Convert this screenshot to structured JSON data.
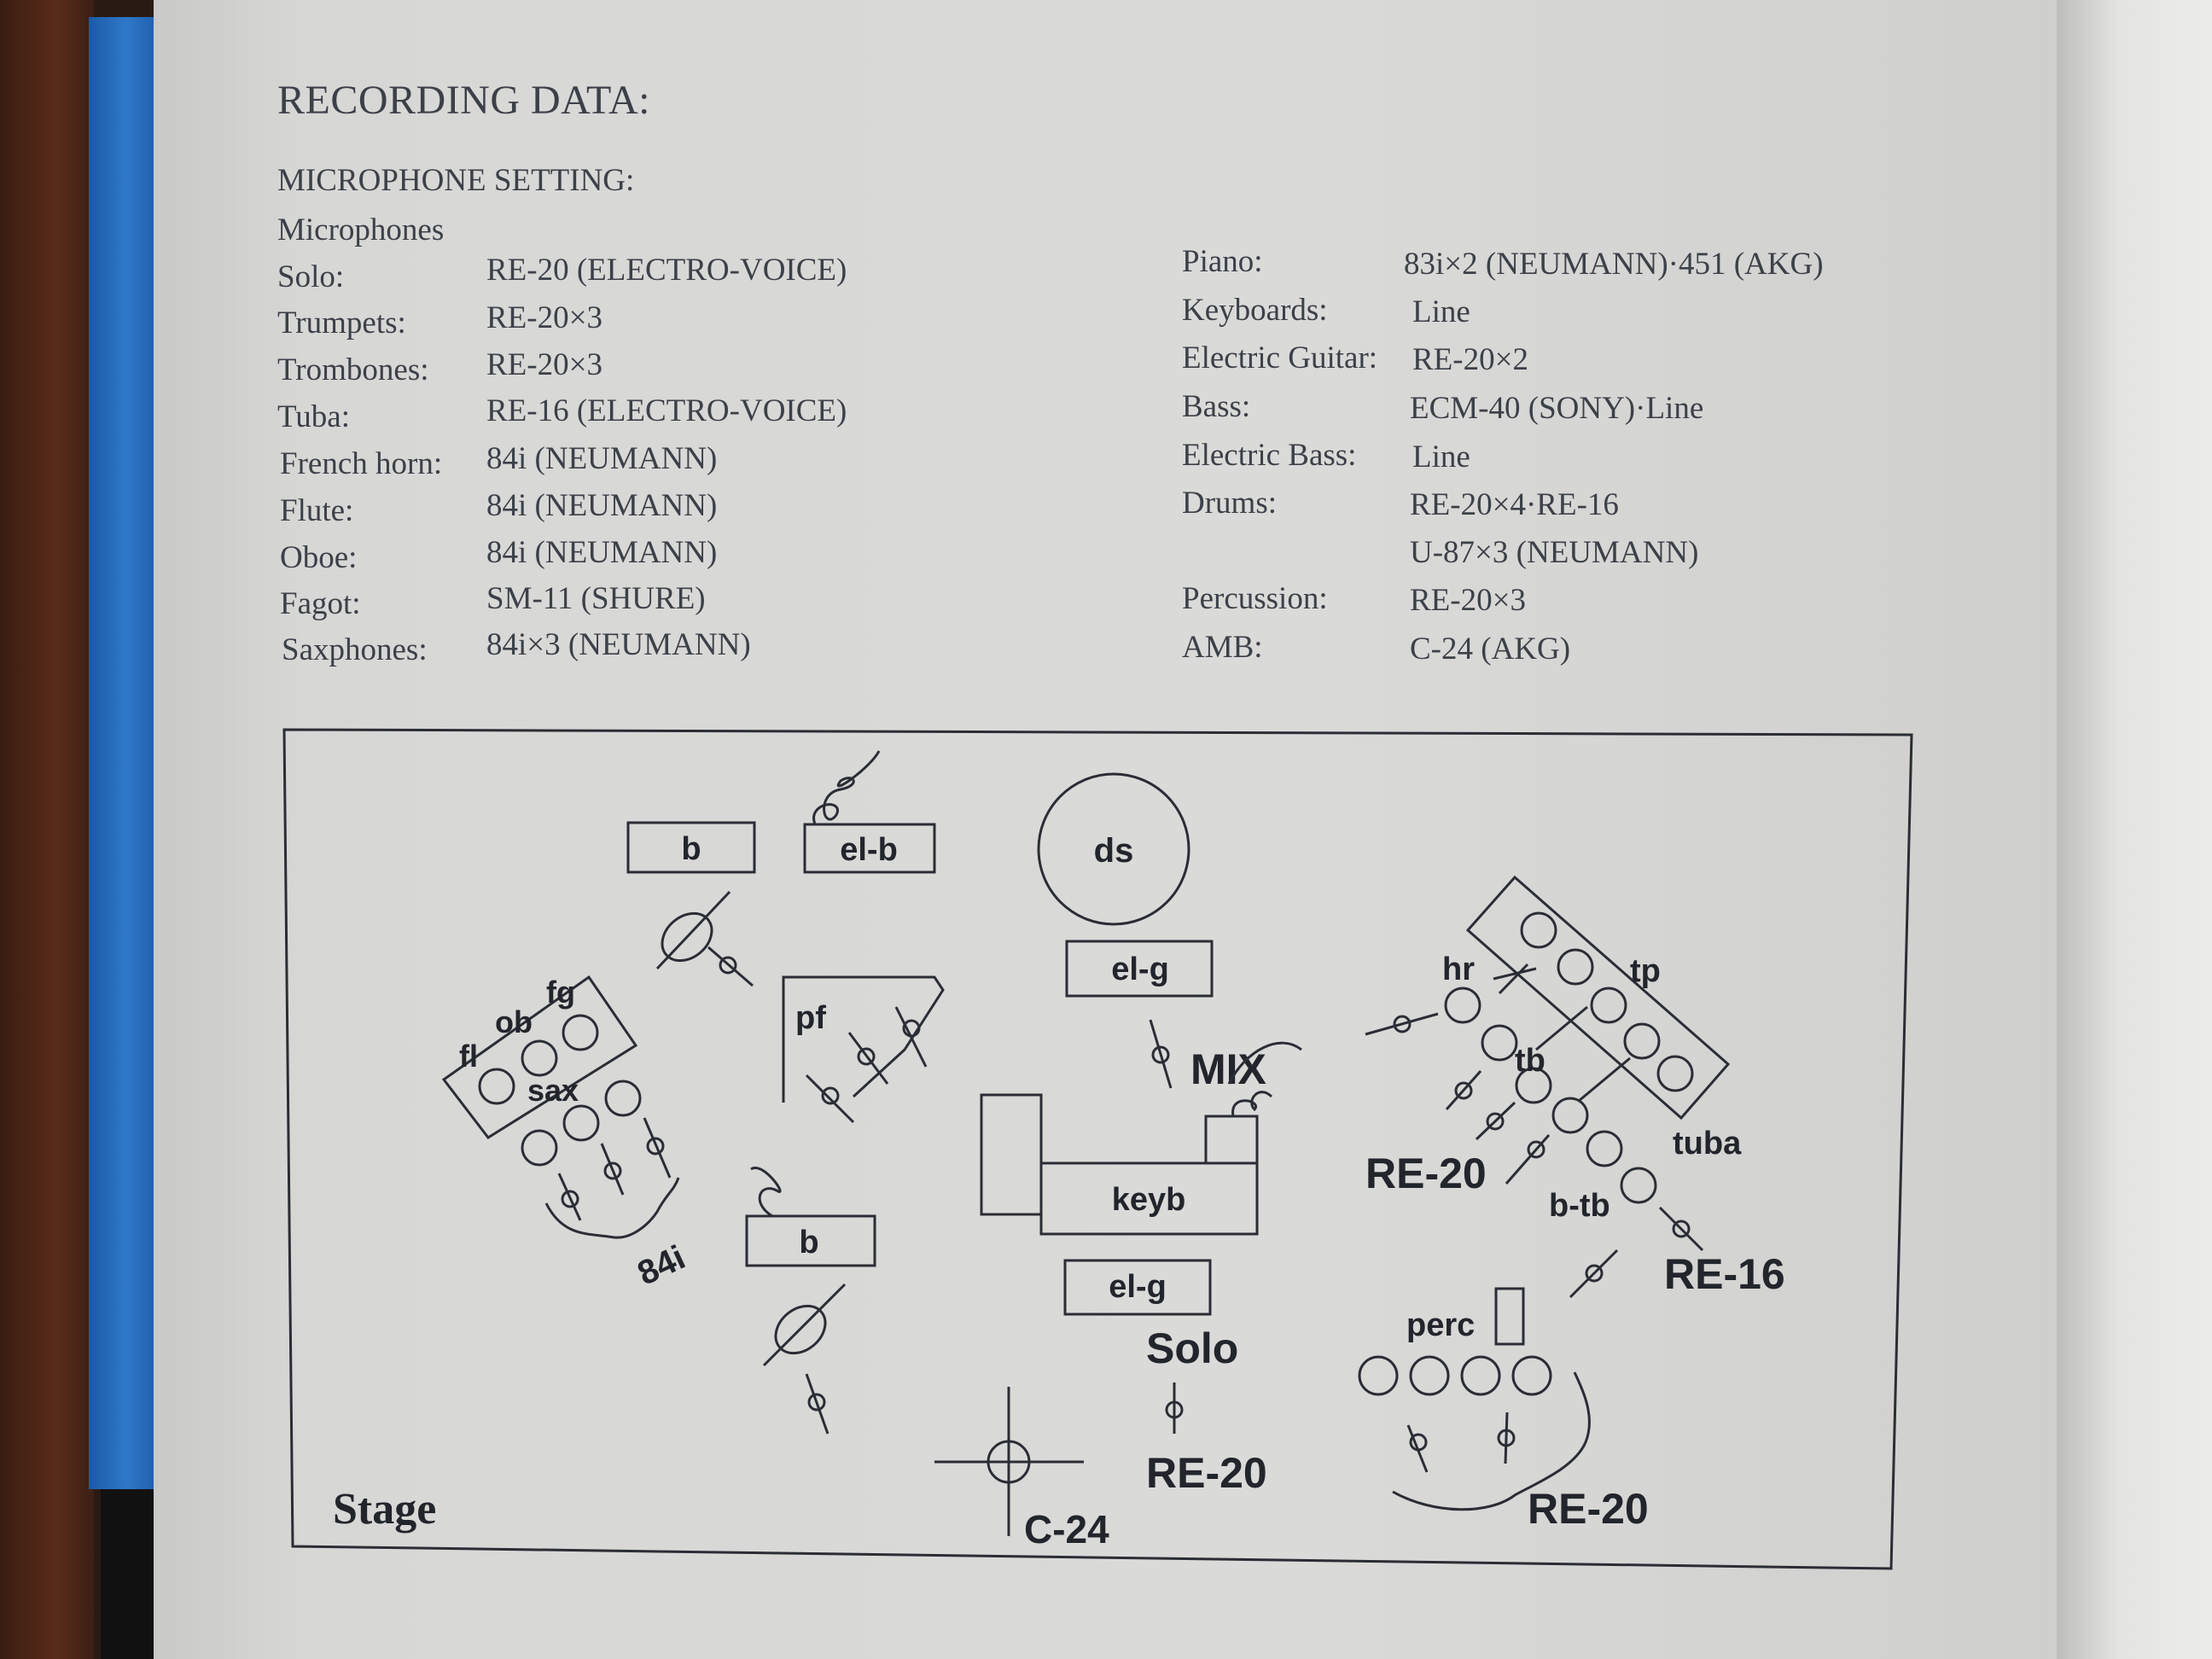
{
  "header": {
    "title": "RECORDING DATA:",
    "subtitle": "MICROPHONE SETTING:",
    "section": "Microphones"
  },
  "left_column": [
    {
      "label": "Solo:",
      "value": "RE-20 (ELECTRO-VOICE)"
    },
    {
      "label": "Trumpets:",
      "value": "RE-20×3"
    },
    {
      "label": "Trombones:",
      "value": "RE-20×3"
    },
    {
      "label": "Tuba:",
      "value": "RE-16 (ELECTRO-VOICE)"
    },
    {
      "label": "French horn:",
      "value": "84i (NEUMANN)"
    },
    {
      "label": "Flute:",
      "value": "84i (NEUMANN)"
    },
    {
      "label": "Oboe:",
      "value": "84i (NEUMANN)"
    },
    {
      "label": "Fagot:",
      "value": "SM-11 (SHURE)"
    },
    {
      "label": "Saxphones:",
      "value": "84i×3 (NEUMANN)"
    }
  ],
  "right_column": [
    {
      "label": "Piano:",
      "value": "83i×2 (NEUMANN)·451 (AKG)"
    },
    {
      "label": "Keyboards:",
      "value": "Line"
    },
    {
      "label": "Electric Guitar:",
      "value": "RE-20×2"
    },
    {
      "label": "Bass:",
      "value": "ECM-40 (SONY)·Line"
    },
    {
      "label": "Electric Bass:",
      "value": "Line"
    },
    {
      "label": "Drums:",
      "value": "RE-20×4·RE-16"
    },
    {
      "label": "",
      "value": "U-87×3 (NEUMANN)"
    },
    {
      "label": "Percussion:",
      "value": "RE-20×3"
    },
    {
      "label": "AMB:",
      "value": "C-24 (AKG)"
    }
  ],
  "diagram": {
    "stage_label": "Stage",
    "labels": {
      "b_top": "b",
      "el_b": "el-b",
      "ds": "ds",
      "el_g_top": "el-g",
      "mix": "MIX",
      "keyb": "keyb",
      "el_g_bottom": "el-g",
      "b_bottom": "b",
      "pf": "pf",
      "fg": "fg",
      "ob": "ob",
      "fl": "fl",
      "sax": "sax",
      "mic_84i": "84i",
      "hr": "hr",
      "tp": "tp",
      "tb": "tb",
      "tuba": "tuba",
      "b_tb": "b-tb",
      "re20_brass": "RE-20",
      "re16": "RE-16",
      "perc": "perc",
      "re20_perc": "RE-20",
      "solo": "Solo",
      "re20_solo": "RE-20",
      "c24": "C-24"
    }
  }
}
